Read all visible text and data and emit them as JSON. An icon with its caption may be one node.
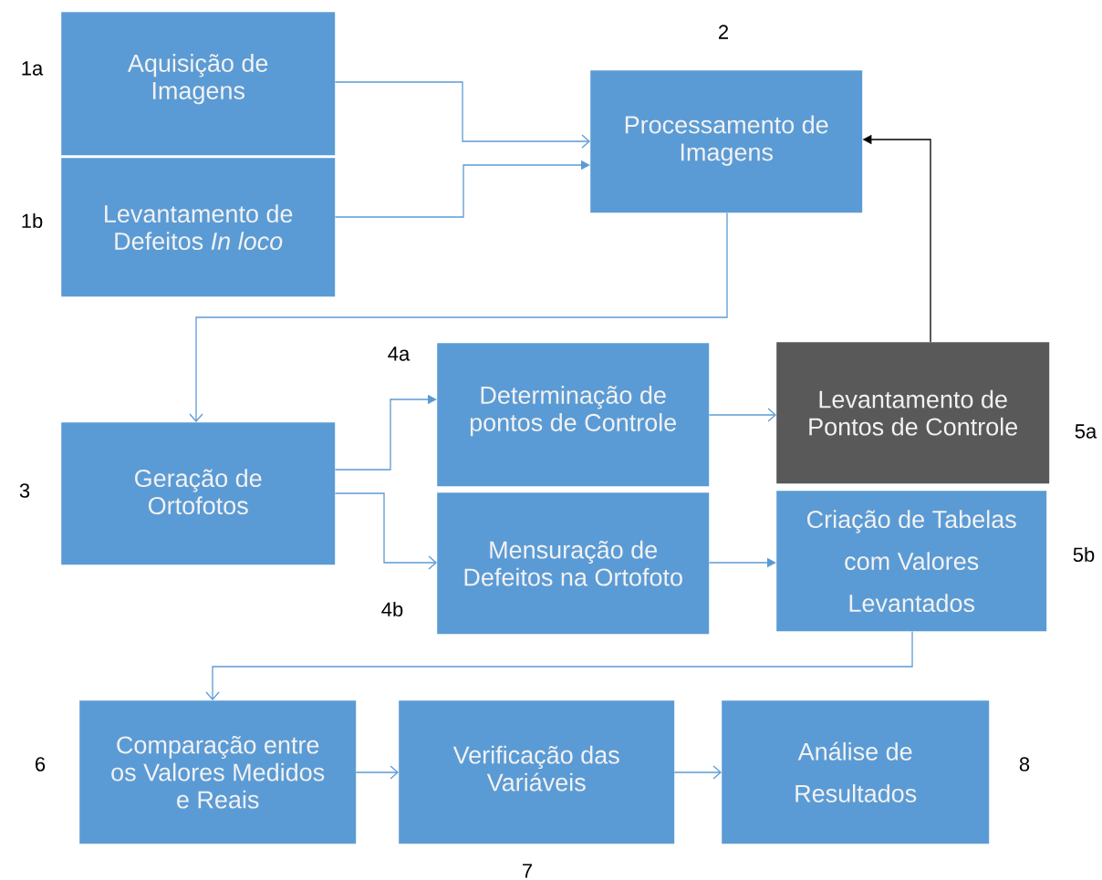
{
  "diagram": {
    "nodes": [
      {
        "text": [
          "Aquisição de Imagens"
        ],
        "beside": [
          "1a"
        ]
      },
      {
        "text": [
          "Levantamento de Defeitos *In loco*"
        ],
        "beside": [
          "1b"
        ]
      },
      {
        "text": [
          "Processamento de Imagens"
        ],
        "beside": [
          "2"
        ]
      },
      {
        "text": [
          "Geração de Ortofotos"
        ],
        "beside": [
          "3"
        ]
      },
      {
        "text": [
          "Determinação de pontos de Controle"
        ],
        "beside": [
          "4a"
        ]
      },
      {
        "text": [
          "Levantamento de Pontos de Controle"
        ],
        "beside": [
          "5a"
        ]
      },
      {
        "text": [
          "Mensuração de Defeitos na Ortofoto"
        ],
        "beside": [
          "4b"
        ]
      },
      {
        "text": [
          "Criação de Tabelas com Valores Levantados"
        ],
        "beside": [
          "5b"
        ]
      },
      {
        "text": [
          "Comparação entre os Valores Medidos e Reais"
        ],
        "beside": [
          "6"
        ]
      },
      {
        "text": [
          "Verificação das Variáveis"
        ],
        "beside": [
          "7"
        ]
      },
      {
        "text": [
          "Análise de Resultados"
        ],
        "beside": [
          "8"
        ]
      }
    ],
    "edges": [
      {
        "from": 0,
        "to": 2,
        "arrow": "to"
      },
      {
        "from": 1,
        "to": 2,
        "arrow": "to"
      },
      {
        "from": 2,
        "to": 3,
        "arrow": "to"
      },
      {
        "from": 3,
        "to": 4,
        "arrow": "to"
      },
      {
        "from": 3,
        "to": 6,
        "arrow": "to"
      },
      {
        "from": 4,
        "to": 5,
        "arrow": "to"
      },
      {
        "from": 5,
        "to": 2,
        "arrow": "to",
        "color": "#000000"
      },
      {
        "from": 6,
        "to": 7,
        "arrow": "to"
      },
      {
        "from": 7,
        "to": 8,
        "arrow": "to"
      },
      {
        "from": 8,
        "to": 9,
        "arrow": "to"
      },
      {
        "from": 9,
        "to": 10,
        "arrow": "to"
      }
    ]
  }
}
